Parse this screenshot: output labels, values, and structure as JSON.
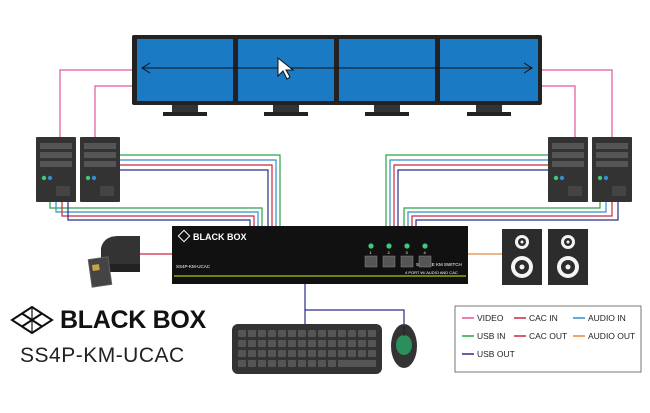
{
  "brand": {
    "name": "BLACK BOX",
    "model": "SS4P-KM-UCAC"
  },
  "switch": {
    "brand": "BLACK BOX",
    "model_small": "SS4P-KM-UCAC",
    "caption_line1": "SECURE KM SWITCH",
    "caption_line2": "4 PORT W/ AUDIO AND CAC",
    "port_numbers": [
      "1",
      "2",
      "3",
      "4"
    ]
  },
  "legend": {
    "items": [
      {
        "label": "VIDEO",
        "color": "#e0579b"
      },
      {
        "label": "CAC IN",
        "color": "#c9283e"
      },
      {
        "label": "AUDIO IN",
        "color": "#2f8fd0"
      },
      {
        "label": "USB IN",
        "color": "#27a343"
      },
      {
        "label": "CAC OUT",
        "color": "#c9283e"
      },
      {
        "label": "AUDIO OUT",
        "color": "#e8893a"
      },
      {
        "label": "USB OUT",
        "color": "#2c2c8a"
      }
    ]
  },
  "colors": {
    "monitor_screen": "#1a7ac4",
    "device_dark": "#333333",
    "led_green": "#3ec979"
  },
  "icons": [
    "monitor-icon",
    "cpu-tower-icon",
    "cac-reader-icon",
    "speaker-icon",
    "keyboard-icon",
    "mouse-icon",
    "cursor-icon",
    "black-box-logo-icon"
  ]
}
